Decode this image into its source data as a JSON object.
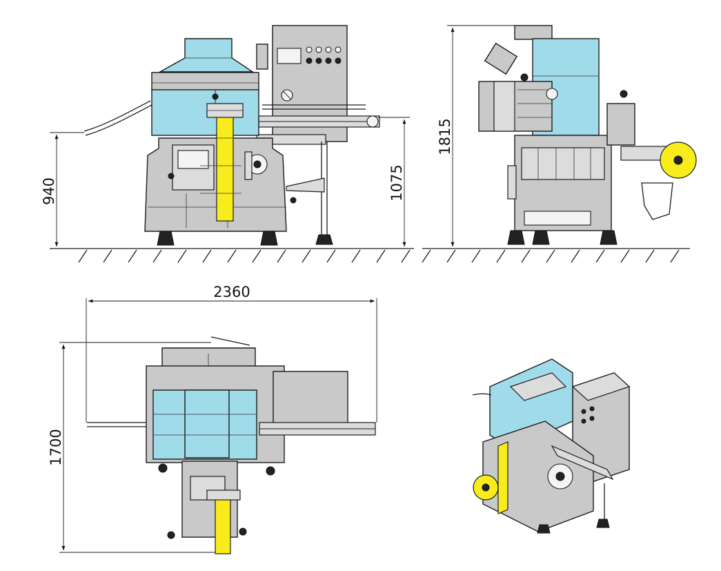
{
  "dimensions": {
    "front_height_left": "940",
    "front_height_right": "1075",
    "side_height": "1815",
    "top_width": "2360",
    "top_depth": "1700"
  },
  "colors": {
    "hopper": "#9fdbe9",
    "wrapping_film": "#f8ec1c",
    "frame": "#c9c9c9"
  }
}
